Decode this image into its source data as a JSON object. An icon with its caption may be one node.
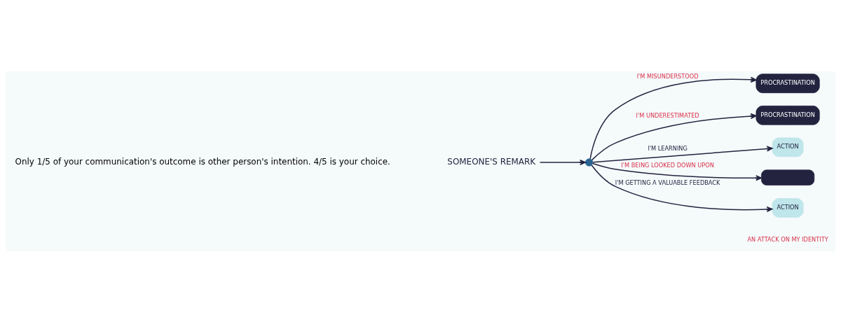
{
  "diagram": {
    "nodes": [
      {
        "text": [],
        "shape": "circle"
      },
      {
        "text": [
          "SOMEONE'S REMARK"
        ]
      },
      {
        "text": [
          "PROCRASTINATION"
        ]
      },
      {
        "text": [
          "PROCRASTINATION"
        ]
      },
      {
        "text": [
          "ACTION"
        ]
      },
      {
        "text": [],
        "shape": "box"
      },
      {
        "text": [
          "ACTION"
        ]
      }
    ],
    "edges": [
      {
        "from": 1,
        "to": 0,
        "arrow": "to"
      },
      {
        "from": 0,
        "to": 2,
        "arrow": "to",
        "label": "I'M MISUNDERSTOOD"
      },
      {
        "from": 0,
        "to": 3,
        "arrow": "to",
        "label": "I'M UNDERESTIMATED"
      },
      {
        "from": 0,
        "to": 4,
        "arrow": "to",
        "label": "I'M LEARNING"
      },
      {
        "from": 0,
        "to": 5,
        "arrow": "to",
        "label": "I'M BEING LOOKED DOWN UPON"
      },
      {
        "from": 0,
        "to": 6,
        "arrow": "to",
        "label": "I'M GETTING A VALUABLE FEEDBACK"
      }
    ],
    "labels": [
      "Only 1/5 of your communication's outcome is other person's intention. 4/5 is your choice.",
      "AN ATTACK ON MY IDENTITY"
    ]
  }
}
